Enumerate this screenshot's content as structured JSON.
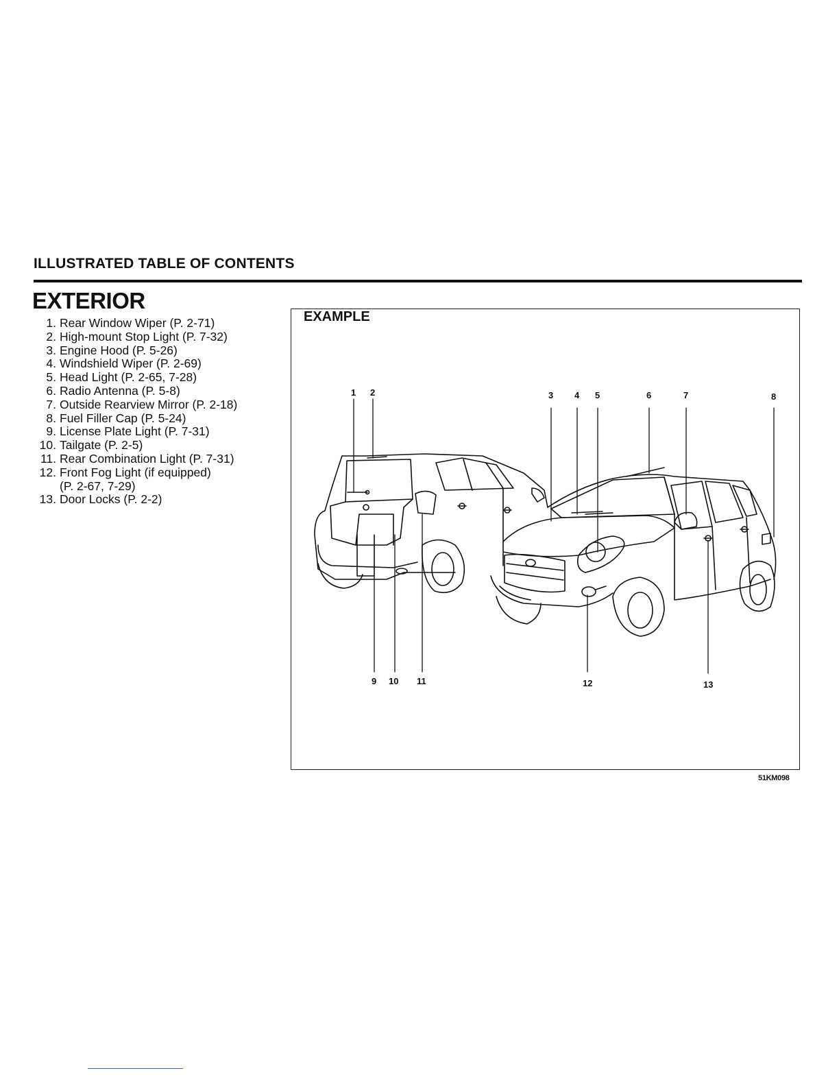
{
  "header": {
    "title": "ILLUSTRATED TABLE OF CONTENTS"
  },
  "section": {
    "title": "EXTERIOR"
  },
  "items": [
    {
      "number": "1.",
      "label": "Rear Window Wiper (P. 2-71)"
    },
    {
      "number": "2.",
      "label": "High-mount Stop Light (P. 7-32)"
    },
    {
      "number": "3.",
      "label": "Engine Hood (P. 5-26)"
    },
    {
      "number": "4.",
      "label": "Windshield Wiper (P. 2-69)"
    },
    {
      "number": "5.",
      "label": "Head Light (P. 2-65, 7-28)"
    },
    {
      "number": "6.",
      "label": "Radio Antenna (P. 5-8)"
    },
    {
      "number": "7.",
      "label": "Outside Rearview Mirror (P. 2-18)"
    },
    {
      "number": "8.",
      "label": "Fuel Filler Cap (P. 5-24)"
    },
    {
      "number": "9.",
      "label": "License Plate Light (P. 7-31)"
    },
    {
      "number": "10.",
      "label": "Tailgate (P. 2-5)"
    },
    {
      "number": "11.",
      "label": "Rear Combination Light (P. 7-31)"
    },
    {
      "number": "12.",
      "label": "Front Fog Light (if equipped)",
      "continuation": "(P. 2-67, 7-29)"
    },
    {
      "number": "13.",
      "label": "Door Locks (P. 2-2)"
    }
  ],
  "figure": {
    "label": "EXAMPLE",
    "code": "51KM098",
    "callouts": [
      "1",
      "2",
      "3",
      "4",
      "5",
      "6",
      "7",
      "8",
      "9",
      "10",
      "11",
      "12",
      "13"
    ]
  }
}
